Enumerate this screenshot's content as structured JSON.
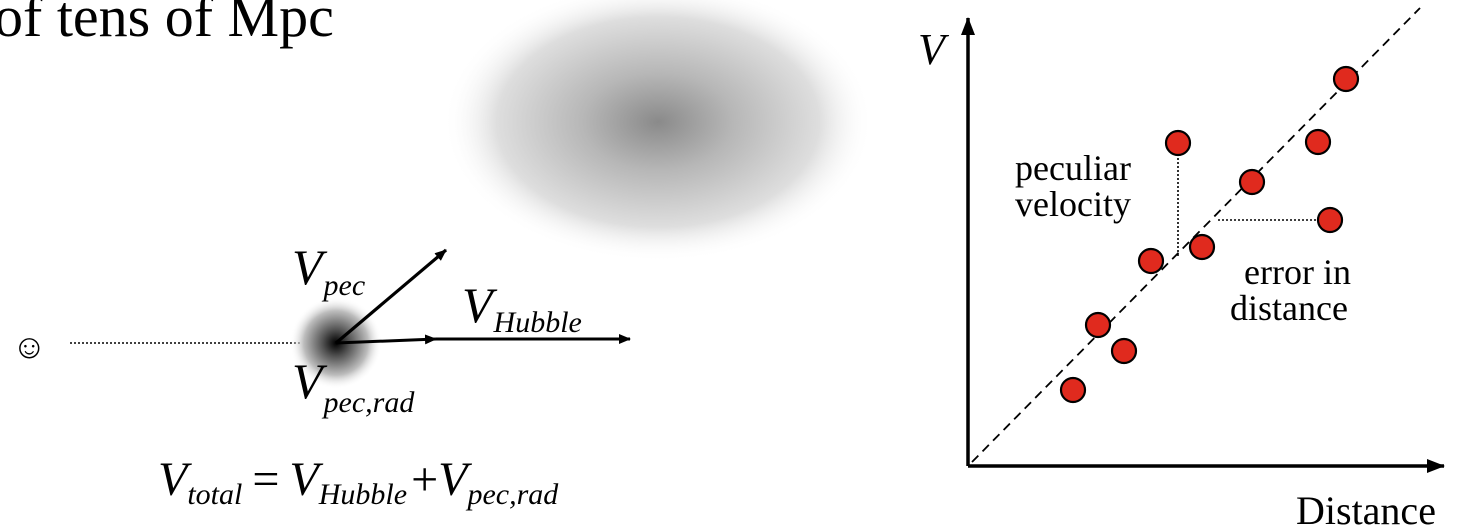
{
  "heading": {
    "partial_text": "of tens of Mpc"
  },
  "left_diagram": {
    "observer_icon": "smiley-face-icon",
    "observer_glyph": "☺",
    "v_pec": {
      "main": "V",
      "sub": "pec"
    },
    "v_hubble": {
      "main": "V",
      "sub": "Hubble"
    },
    "v_pec_rad": {
      "main": "V",
      "sub": "pec,rad"
    },
    "equation": {
      "lhs": {
        "main": "V",
        "sub": "total"
      },
      "equals": "=",
      "term1": {
        "main": "V",
        "sub": "Hubble"
      },
      "plus": "+",
      "term2": {
        "main": "V",
        "sub": "pec,rad"
      }
    }
  },
  "right_diagram": {
    "y_axis_label": "V",
    "x_axis_label": "Distance",
    "annotation_peculiar": [
      "peculiar",
      "velocity"
    ],
    "annotation_error": [
      "error in",
      "distance"
    ],
    "point_color": "#e02a1e"
  }
}
